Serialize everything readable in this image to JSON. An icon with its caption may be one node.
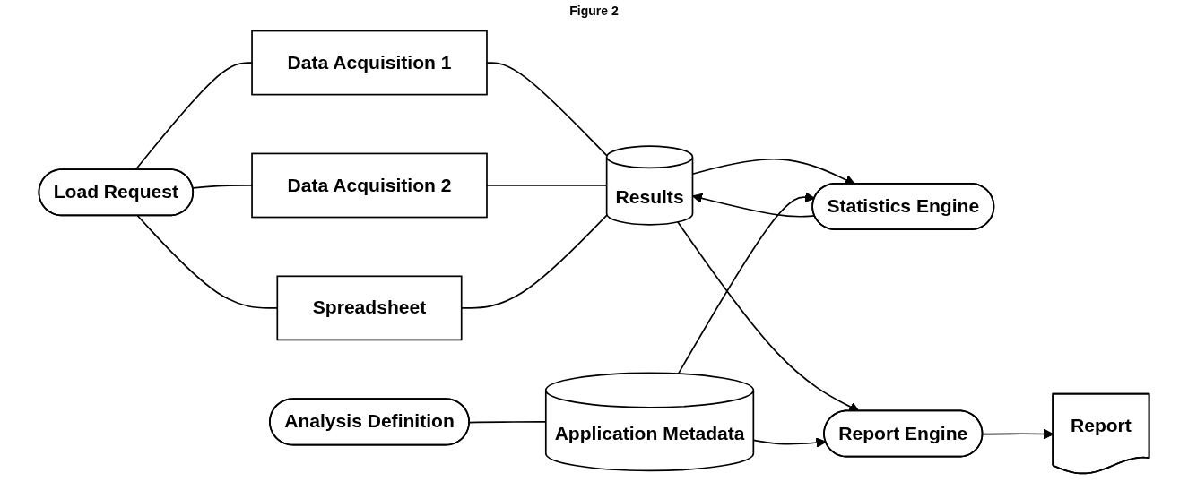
{
  "diagram": {
    "title": "Figure 2",
    "nodes": [
      {
        "text": [
          "Data Acquisition 1"
        ]
      },
      {
        "text": [
          "Load Request"
        ]
      },
      {
        "text": [
          "Data Acquisition 2"
        ]
      },
      {
        "text": [
          "Results"
        ]
      },
      {
        "text": [
          "Spreadsheet"
        ]
      },
      {
        "text": [
          "Statistics Engine"
        ]
      },
      {
        "text": [
          "Report Engine"
        ]
      },
      {
        "text": [
          "Report"
        ]
      },
      {
        "text": [
          "Analysis Definition"
        ]
      },
      {
        "text": [
          "Application Metadata"
        ]
      }
    ],
    "edges": [
      {
        "from": 1,
        "to": 0,
        "arrow": "none"
      },
      {
        "from": 1,
        "to": 2,
        "arrow": "none"
      },
      {
        "from": 1,
        "to": 4,
        "arrow": "none"
      },
      {
        "from": 0,
        "to": 3,
        "arrow": "none"
      },
      {
        "from": 2,
        "to": 3,
        "arrow": "none"
      },
      {
        "from": 4,
        "to": 3,
        "arrow": "none"
      },
      {
        "from": 3,
        "to": 6,
        "arrow": "to"
      },
      {
        "from": 5,
        "to": 3,
        "arrow": "to"
      },
      {
        "from": 3,
        "to": 5,
        "arrow": "to"
      },
      {
        "from": 9,
        "to": 5,
        "arrow": "to"
      },
      {
        "from": 9,
        "to": 6,
        "arrow": "to"
      },
      {
        "from": 6,
        "to": 7,
        "arrow": "to"
      },
      {
        "from": 8,
        "to": 9,
        "arrow": "none"
      }
    ]
  }
}
